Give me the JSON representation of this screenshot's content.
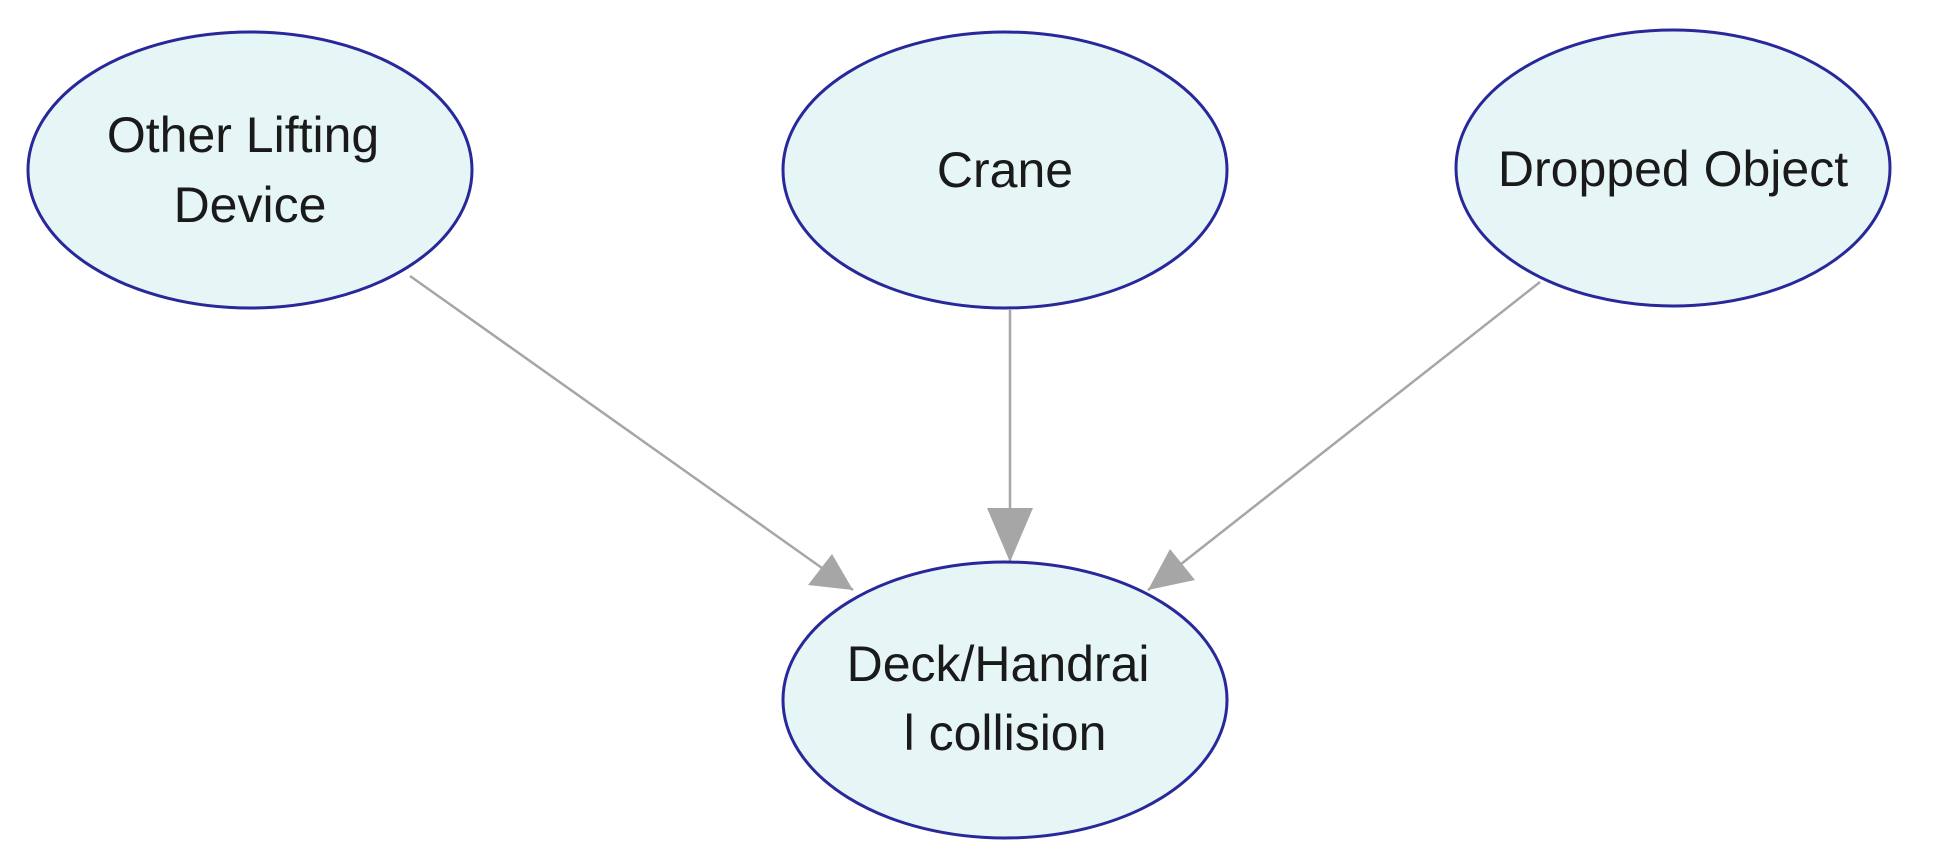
{
  "diagram": {
    "type": "directed-graph",
    "colors": {
      "node_fill": "#e6f6f6",
      "node_stroke": "#28289a",
      "edge": "#a6a6a6",
      "text": "#1a1a1a"
    },
    "nodes": [
      {
        "id": "other-lifting-device",
        "lines": [
          "Other Lifting",
          "Device"
        ]
      },
      {
        "id": "crane",
        "lines": [
          "Crane"
        ]
      },
      {
        "id": "dropped-object",
        "lines": [
          "Dropped Object"
        ]
      },
      {
        "id": "deck-handrail-collision",
        "lines": [
          "Deck/Handrai",
          "l collision"
        ]
      }
    ],
    "edges": [
      {
        "from": "other-lifting-device",
        "to": "deck-handrail-collision"
      },
      {
        "from": "crane",
        "to": "deck-handrail-collision"
      },
      {
        "from": "dropped-object",
        "to": "deck-handrail-collision"
      }
    ]
  }
}
